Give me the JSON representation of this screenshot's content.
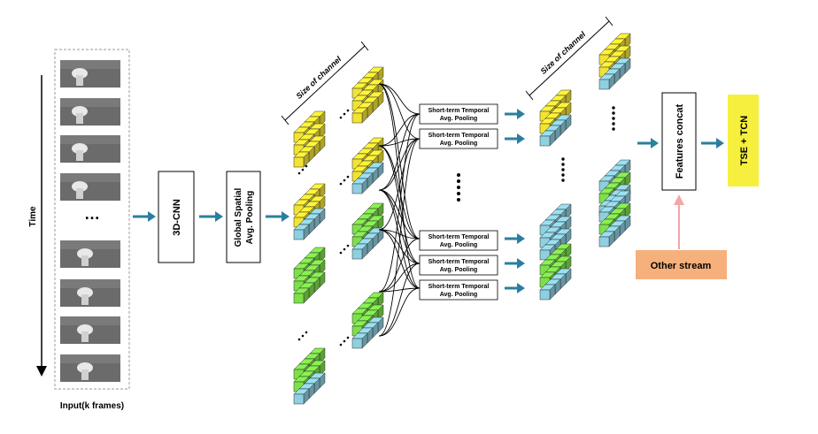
{
  "time_label": "Time",
  "input_label": "Input(k frames)",
  "ellipsis": "…",
  "boxes": {
    "cnn": "3D-CNN",
    "gsap_line1": "Global Spatial",
    "gsap_line2": "Avg. Pooling",
    "stap_line1": "Short-term Temporal",
    "stap_line2": "Avg. Pooling",
    "concat": "Features concat",
    "other": "Other stream",
    "tse": "TSE + TCN"
  },
  "size_of_channel": "Size of channel",
  "colors": {
    "arrow": "#2a7fa0",
    "yellow": "#f2e233",
    "blue": "#8ecfe0",
    "green": "#7de04a",
    "other_stream_fill": "#f5b07c",
    "other_arrow": "#f3a6a6",
    "tse_fill": "#f7ef3d"
  },
  "icons": [
    "hand-frame-icon",
    "right-arrow-icon",
    "up-arrow-icon",
    "cube-icon"
  ]
}
